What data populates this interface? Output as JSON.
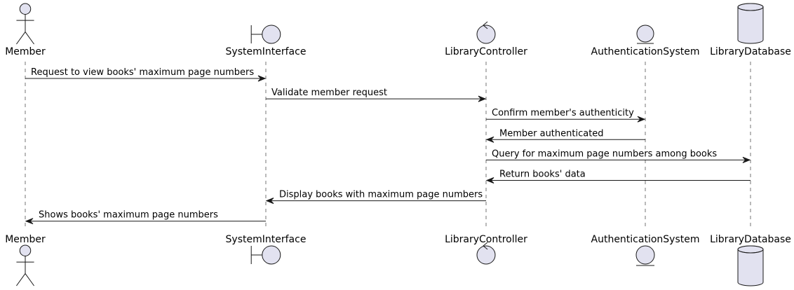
{
  "colors": {
    "participant_fill": "#E2E2F0",
    "stroke": "#181818",
    "text": "#000000"
  },
  "participants": [
    {
      "id": "member",
      "name": "Member",
      "kind": "actor",
      "icon": "actor-stick-figure-icon"
    },
    {
      "id": "system-interface",
      "name": "SystemInterface",
      "kind": "boundary",
      "icon": "boundary-icon"
    },
    {
      "id": "library-controller",
      "name": "LibraryController",
      "kind": "control",
      "icon": "control-icon"
    },
    {
      "id": "authentication-system",
      "name": "AuthenticationSystem",
      "kind": "entity",
      "icon": "entity-icon"
    },
    {
      "id": "library-database",
      "name": "LibraryDatabase",
      "kind": "database",
      "icon": "database-cylinder-icon"
    }
  ],
  "messages": [
    {
      "from": "member",
      "to": "system-interface",
      "text": "Request to view books' maximum page numbers"
    },
    {
      "from": "system-interface",
      "to": "library-controller",
      "text": "Validate member request"
    },
    {
      "from": "library-controller",
      "to": "authentication-system",
      "text": "Confirm member's authenticity"
    },
    {
      "from": "authentication-system",
      "to": "library-controller",
      "text": "Member authenticated"
    },
    {
      "from": "library-controller",
      "to": "library-database",
      "text": "Query for maximum page numbers among books"
    },
    {
      "from": "library-database",
      "to": "library-controller",
      "text": "Return books' data"
    },
    {
      "from": "library-controller",
      "to": "system-interface",
      "text": "Display books with maximum page numbers"
    },
    {
      "from": "system-interface",
      "to": "member",
      "text": "Shows books' maximum page numbers"
    }
  ]
}
